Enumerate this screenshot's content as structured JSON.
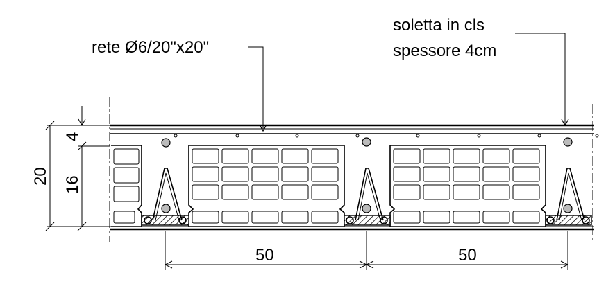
{
  "labels": {
    "mesh": "rete Ø6/20\"x20\"",
    "slab_line1": "soletta in cls",
    "slab_line2": "spessore 4cm"
  },
  "dimensions": {
    "total_height": "20",
    "slab_thickness": "4",
    "block_height": "16",
    "spacing_left": "50",
    "spacing_right": "50"
  }
}
